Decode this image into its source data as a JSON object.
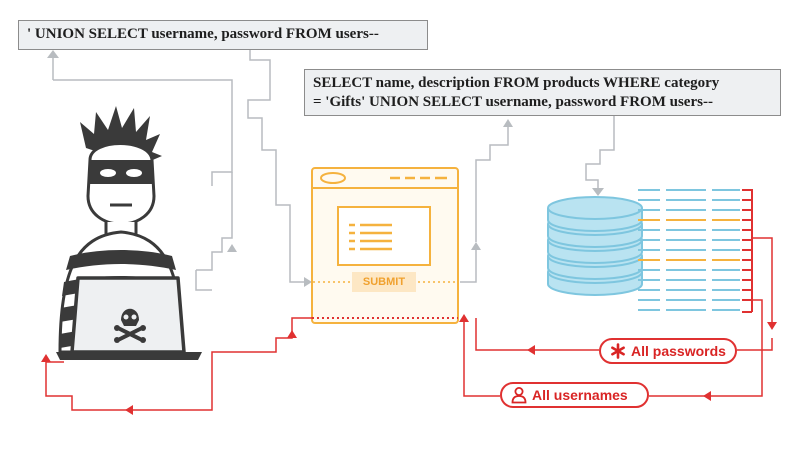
{
  "injection_query": "' UNION SELECT username, password FROM users--",
  "full_query": {
    "line1": "SELECT name, description FROM products WHERE category",
    "line2": "= 'Gifts' UNION SELECT username, password FROM users--"
  },
  "form": {
    "submit_label": "SUBMIT"
  },
  "results": {
    "passwords_label": "All passwords",
    "usernames_label": "All usernames"
  },
  "icons": {
    "attacker": "hacker-icon",
    "laptop_symbol": "skull-crossbones-icon",
    "database": "database-icon",
    "passwords": "asterisk-icon",
    "usernames": "user-icon"
  },
  "colors": {
    "attacker": "#3a3a3a",
    "flow_lines": "#b8bcc0",
    "browser_window": "#f5b23e",
    "database": "#7ec6df",
    "result_flow": "#e03131"
  }
}
